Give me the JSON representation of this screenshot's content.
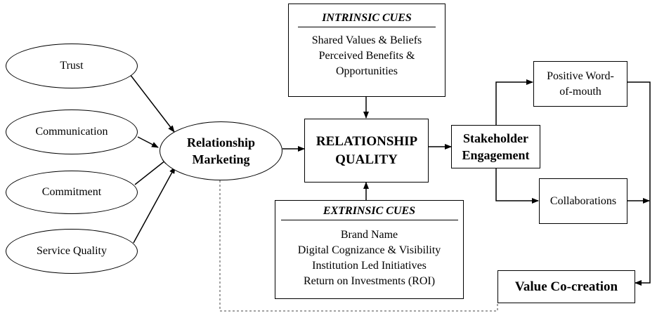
{
  "antecedents": [
    "Trust",
    "Communication",
    "Commitment",
    "Service Quality"
  ],
  "relationship_marketing": "Relationship Marketing",
  "relationship_quality": "RELATIONSHIP QUALITY",
  "intrinsic_cues": {
    "title": "INTRINSIC CUES",
    "items": [
      "Shared Values & Beliefs",
      "Perceived Benefits &",
      "Opportunities"
    ]
  },
  "extrinsic_cues": {
    "title": "EXTRINSIC CUES",
    "items": [
      "Brand Name",
      "Digital Cognizance & Visibility",
      "Institution Led Initiatives",
      "Return on Investments (ROI)"
    ]
  },
  "stakeholder_engagement": "Stakeholder Engagement",
  "outcomes": [
    "Positive Word-of-mouth",
    "Collaborations"
  ],
  "value_cocreation": "Value Co-creation"
}
